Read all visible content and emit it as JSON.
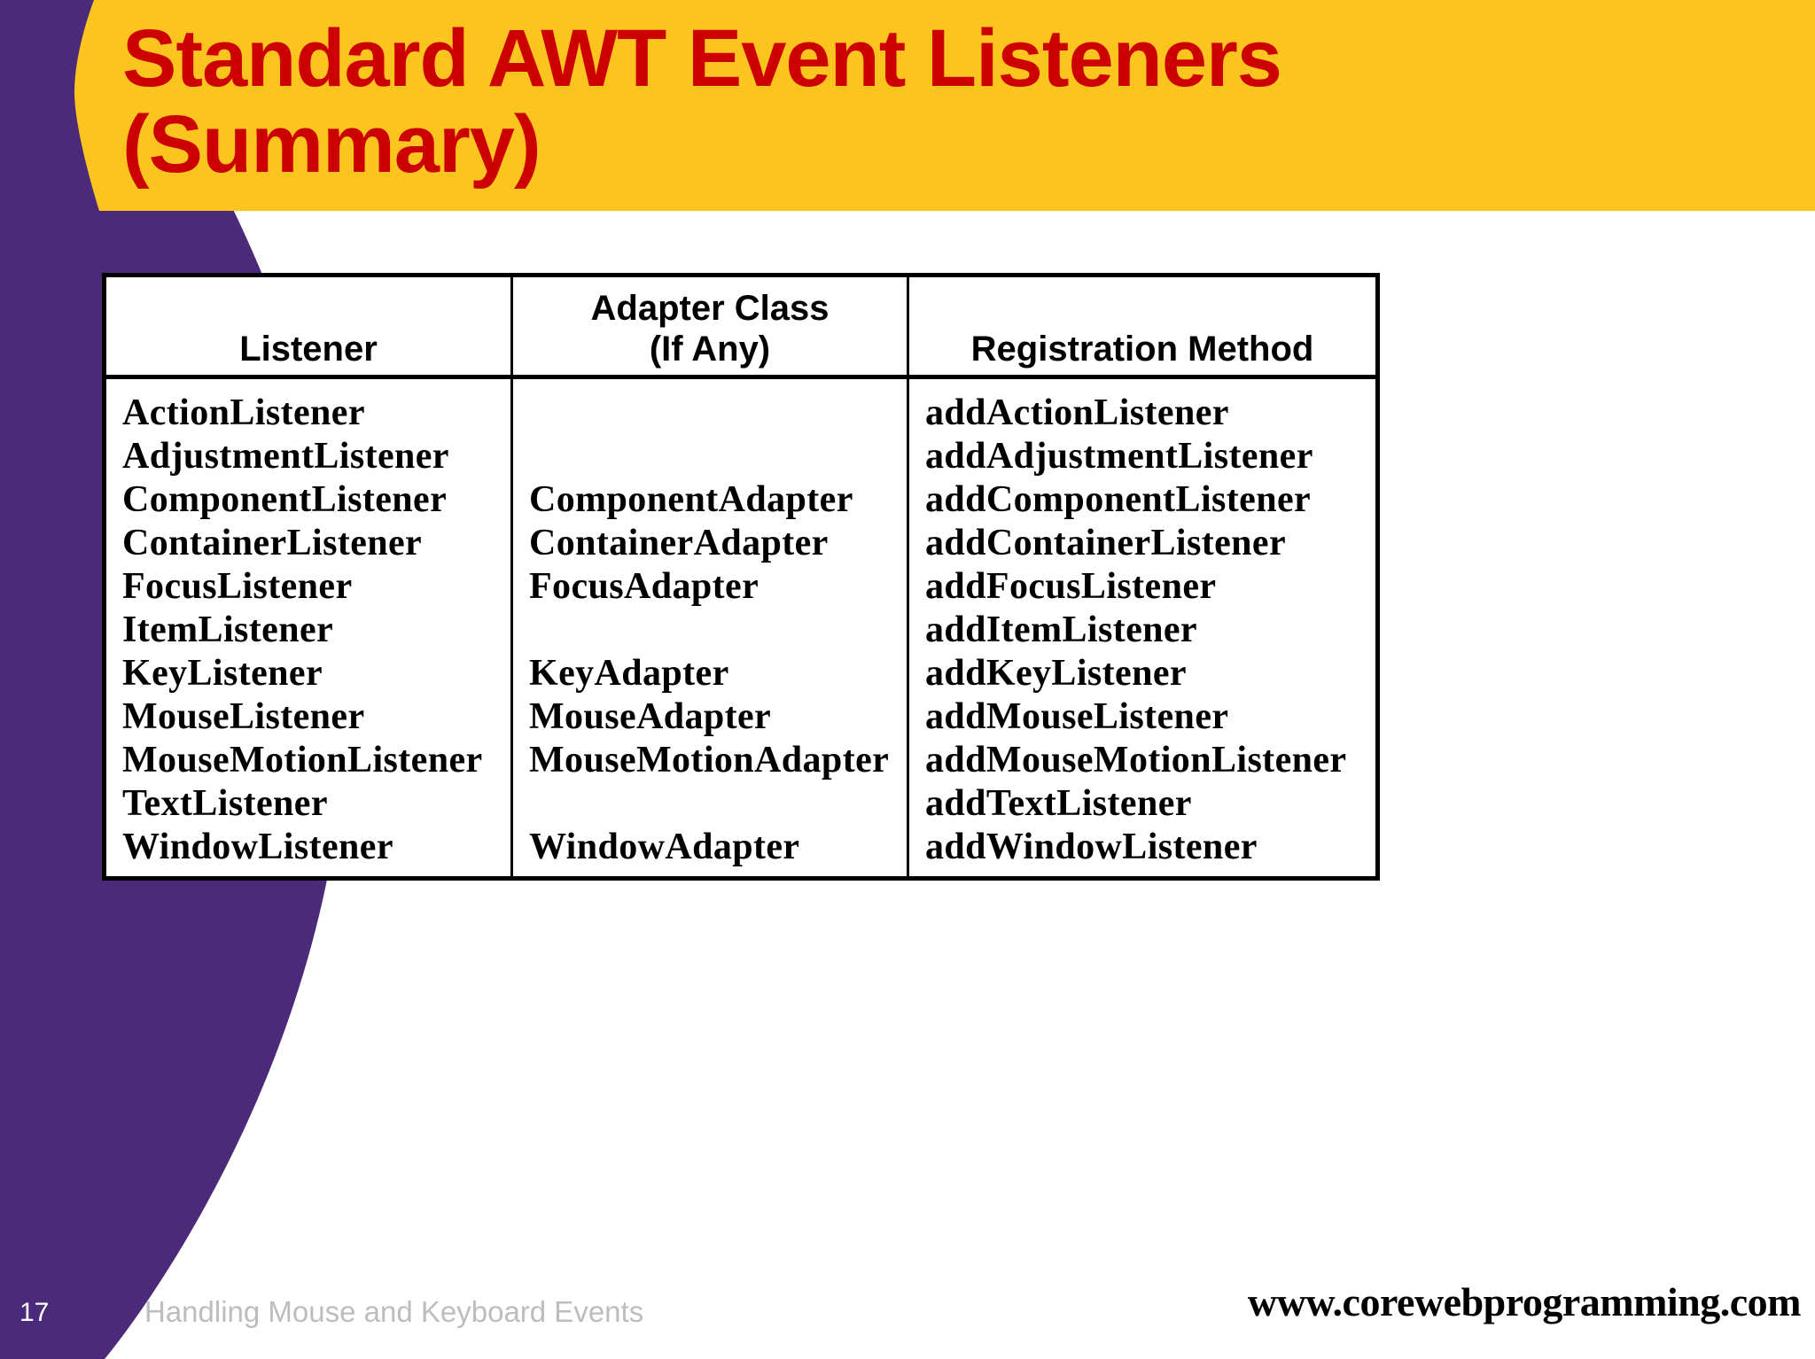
{
  "slide": {
    "title": "Standard AWT Event Listeners\n(Summary)",
    "page_number": "17",
    "footer_subtitle": "Handling Mouse and Keyboard Events",
    "footer_url": "www.corewebprogramming.com"
  },
  "colors": {
    "banner_background": "#fcc41f",
    "title_text": "#cc0000",
    "side_band": "#4c2a7a",
    "table_border": "#000000",
    "body_background": "#ffffff",
    "footer_subtitle_text": "#bdbdbd",
    "page_number_text": "#ffffff"
  },
  "table": {
    "headers": [
      "Listener",
      "Adapter Class\n(If Any)",
      "Registration Method"
    ],
    "rows": [
      {
        "listener": "ActionListener",
        "adapter": "",
        "registration": "addActionListener"
      },
      {
        "listener": "AdjustmentListener",
        "adapter": "",
        "registration": "addAdjustmentListener"
      },
      {
        "listener": "ComponentListener",
        "adapter": "ComponentAdapter",
        "registration": "addComponentListener"
      },
      {
        "listener": "ContainerListener",
        "adapter": "ContainerAdapter",
        "registration": "addContainerListener"
      },
      {
        "listener": "FocusListener",
        "adapter": "FocusAdapter",
        "registration": "addFocusListener"
      },
      {
        "listener": "ItemListener",
        "adapter": "",
        "registration": "addItemListener"
      },
      {
        "listener": "KeyListener",
        "adapter": "KeyAdapter",
        "registration": "addKeyListener"
      },
      {
        "listener": "MouseListener",
        "adapter": "MouseAdapter",
        "registration": "addMouseListener"
      },
      {
        "listener": "MouseMotionListener",
        "adapter": "MouseMotionAdapter",
        "registration": "addMouseMotionListener"
      },
      {
        "listener": "TextListener",
        "adapter": "",
        "registration": "addTextListener"
      },
      {
        "listener": "WindowListener",
        "adapter": "WindowAdapter",
        "registration": "addWindowListener"
      }
    ]
  }
}
